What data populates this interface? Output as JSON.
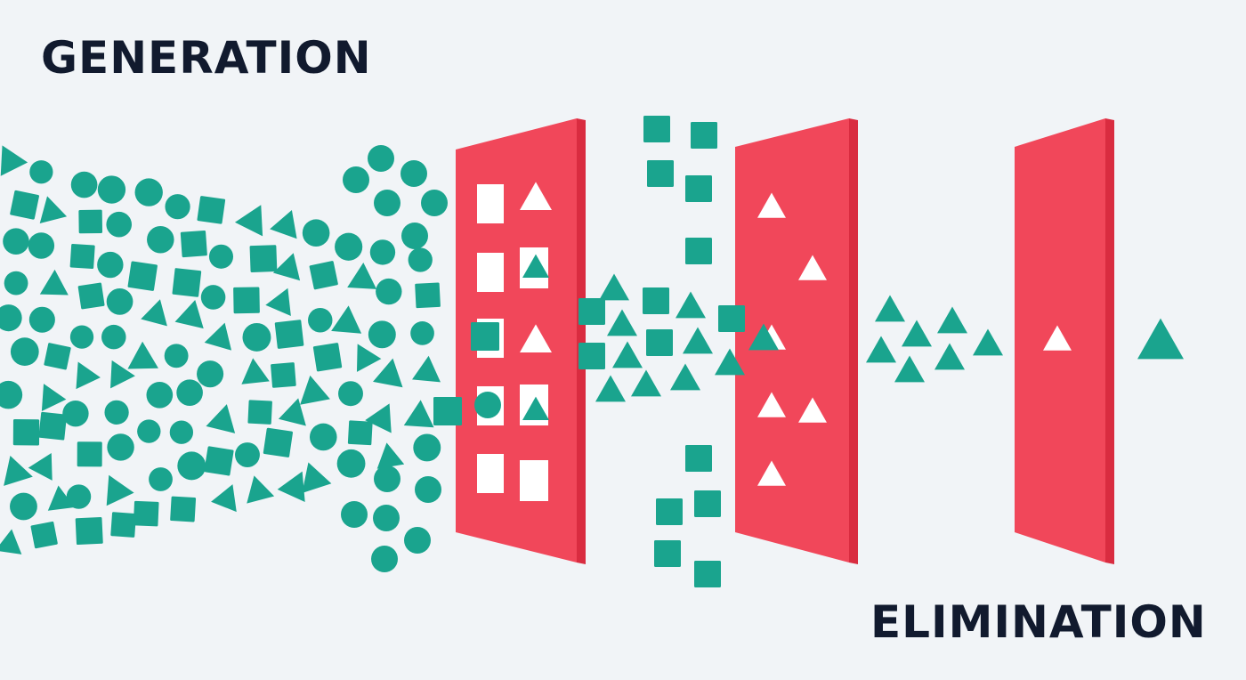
{
  "labels": {
    "generation": "GENERATION",
    "elimination": "ELIMINATION"
  },
  "colors": {
    "background": "#f1f4f7",
    "shape": "#1aa48e",
    "filter_front": "#f1475a",
    "filter_side": "#d92c40",
    "hole": "#ffffff",
    "text": "#111a2e"
  },
  "icons": {
    "shapes": [
      "circle-icon",
      "square-icon",
      "triangle-icon"
    ],
    "filter": "filter-wall"
  }
}
